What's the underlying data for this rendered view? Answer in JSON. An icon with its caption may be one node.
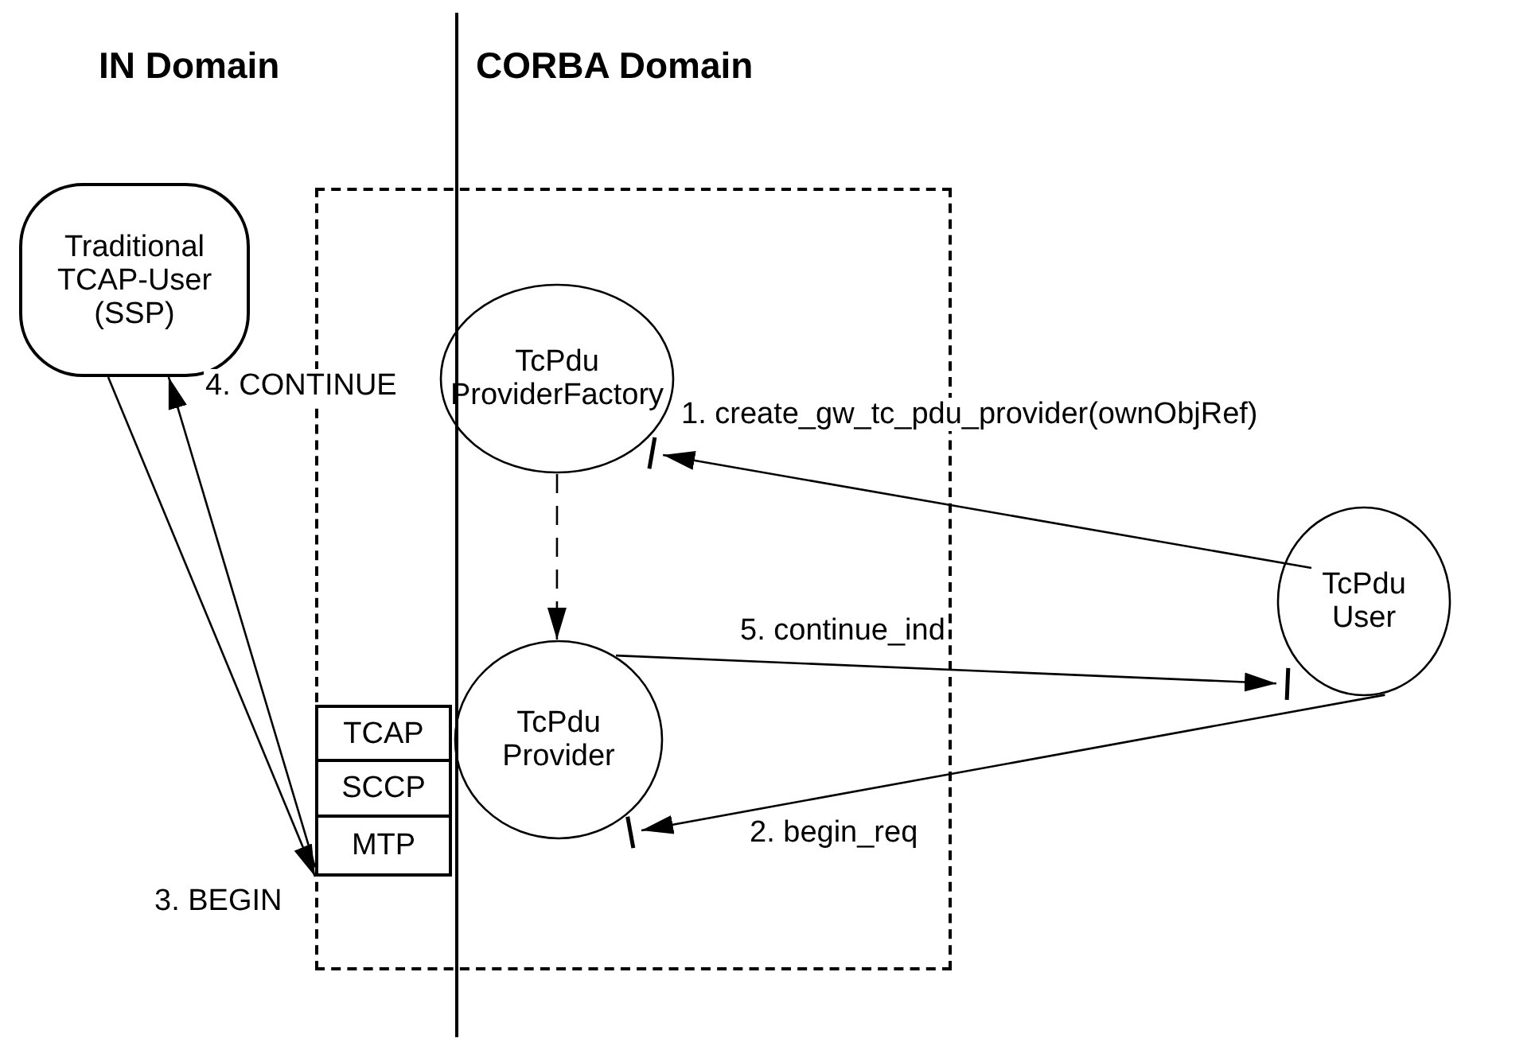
{
  "diagram": {
    "nodes": [
      {
        "text": [
          "Traditional TCAP-User (SSP)"
        ]
      },
      {
        "text": [],
        "shape": "box"
      },
      {
        "text": [
          "TcPdu ProviderFactory"
        ],
        "in": 1
      },
      {
        "text": [
          "TcPdu Provider"
        ],
        "in": 1
      },
      {
        "text": [
          "TcPdu User"
        ]
      },
      {
        "text": [
          "TCAP"
        ],
        "in": 1
      },
      {
        "text": [
          "SCCP"
        ],
        "in": 1
      },
      {
        "text": [
          "MTP"
        ],
        "in": 1
      }
    ],
    "edges": [
      {
        "from": 4,
        "to": 2,
        "arrow": "to",
        "label": "1. create_gw_tc_pdu_provider(ownObjRef)"
      },
      {
        "from": 4,
        "to": 3,
        "arrow": "to",
        "label": "2. begin_req"
      },
      {
        "from": 0,
        "to": 7,
        "arrow": "to",
        "label": "3. BEGIN"
      },
      {
        "from": 7,
        "to": 0,
        "arrow": "to",
        "label": "4. CONTINUE"
      },
      {
        "from": 3,
        "to": 4,
        "arrow": "to",
        "label": "5. continue_ind"
      },
      {
        "from": 2,
        "to": 3,
        "arrow": "to",
        "style": "dashed"
      }
    ],
    "labels": [
      "IN Domain",
      "CORBA Domain"
    ]
  }
}
